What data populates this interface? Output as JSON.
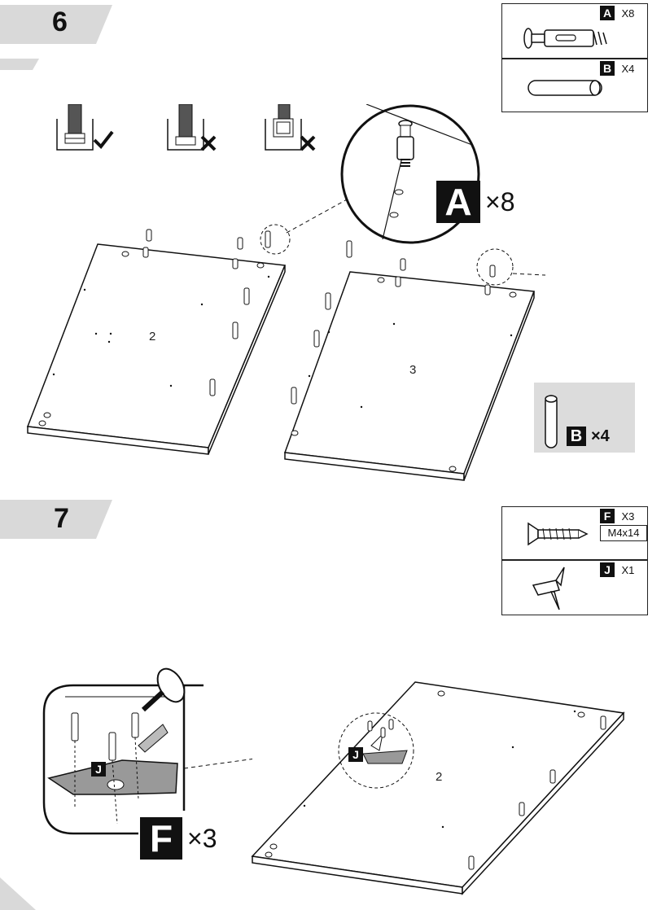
{
  "step6": {
    "number": "6",
    "parts": [
      {
        "letter": "A",
        "qty": "X8"
      },
      {
        "letter": "B",
        "qty": "X4"
      }
    ],
    "callout_A": {
      "letter": "A",
      "qty": "×8"
    },
    "callout_B": {
      "letter": "B",
      "qty": "×4"
    },
    "panel_left": "2",
    "panel_right": "3"
  },
  "step7": {
    "number": "7",
    "parts": [
      {
        "letter": "F",
        "qty": "X3",
        "size": "M4x14"
      },
      {
        "letter": "J",
        "qty": "X1"
      }
    ],
    "callout_J": "J",
    "callout_J_small": "J",
    "callout_F": {
      "letter": "F",
      "qty": "×3"
    },
    "panel": "2"
  },
  "colors": {
    "band": "#d9d9d9",
    "ink": "#111111",
    "tag_bg": "#111111",
    "tag_fg": "#ffffff"
  },
  "icons": [
    "check-icon",
    "cross-icon"
  ]
}
